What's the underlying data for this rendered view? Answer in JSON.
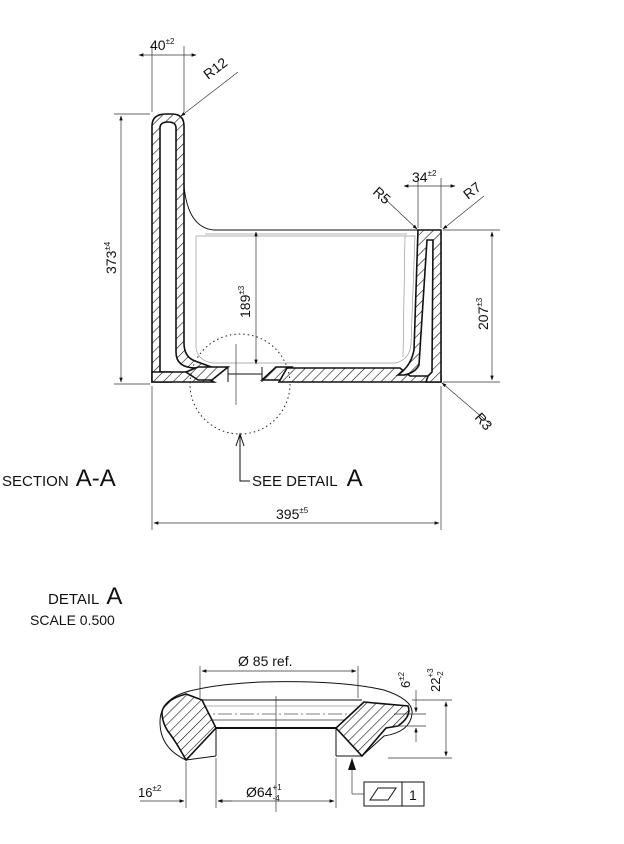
{
  "section": {
    "prefix": "SECTION",
    "letter": "A-A",
    "see_detail_prefix": "SEE DETAIL",
    "see_detail_letter": "A",
    "dims": {
      "wall_top_base": "40",
      "wall_top_tol": "±2",
      "r_top": "R12",
      "height_base": "373",
      "height_tol": "±4",
      "depth_base": "189",
      "depth_tol": "±3",
      "front_top_base": "34",
      "front_top_tol": "±2",
      "r5": "R5",
      "r7": "R7",
      "r3": "R3",
      "front_height_base": "207",
      "front_height_tol": "±3",
      "width_base": "395",
      "width_tol": "±5"
    }
  },
  "detail": {
    "prefix": "DETAIL",
    "letter": "A",
    "scale_label": "SCALE  0.500",
    "dims": {
      "dia_ref_symbol": "Ø",
      "dia_ref_text": " 85 ref.",
      "h6_base": "6",
      "h6_tol": "±2",
      "h22_base": "22",
      "h22_tol_upper": "+3",
      "h22_tol_lower": "-2",
      "w16_base": "16",
      "w16_tol": "±2",
      "dia64_symbol": "Ø",
      "dia64_base": "64",
      "dia64_tol_upper": "+1",
      "dia64_tol_lower": "-4",
      "flatness_value": "1"
    }
  }
}
